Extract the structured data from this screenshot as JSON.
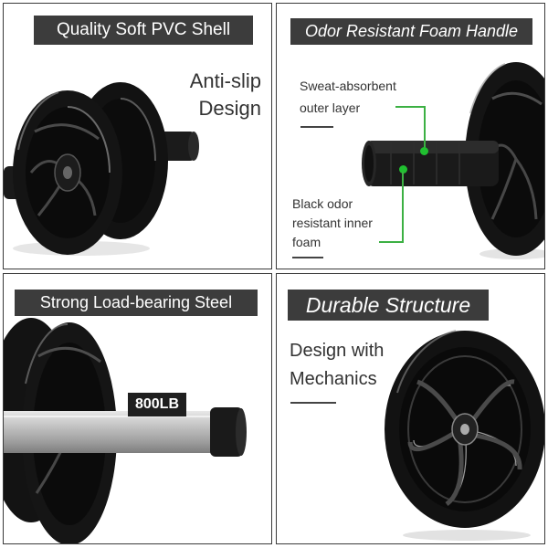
{
  "panels": {
    "pvc": {
      "banner": "Quality Soft PVC Shell",
      "caption_line1": "Anti-slip",
      "caption_line2": "Design"
    },
    "foam": {
      "banner": "Odor Resistant Foam Handle",
      "outer_line1": "Sweat-absorbent",
      "outer_line2": "outer layer",
      "inner_line1": "Black odor",
      "inner_line2": "resistant inner",
      "inner_line3": "foam"
    },
    "steel": {
      "banner": "Strong  Load-bearing  Steel",
      "load_tag": "800LB"
    },
    "structure": {
      "banner": "Durable Structure",
      "caption_line1": "Design with",
      "caption_line2": "Mechanics"
    }
  },
  "colors": {
    "banner_bg": "#3c3c3c",
    "banner_text": "#ffffff",
    "callout_green": "#3cb043",
    "wheel": "#141414",
    "handle": "#1a1a1a",
    "steel_bar": "#b9b9b9"
  }
}
